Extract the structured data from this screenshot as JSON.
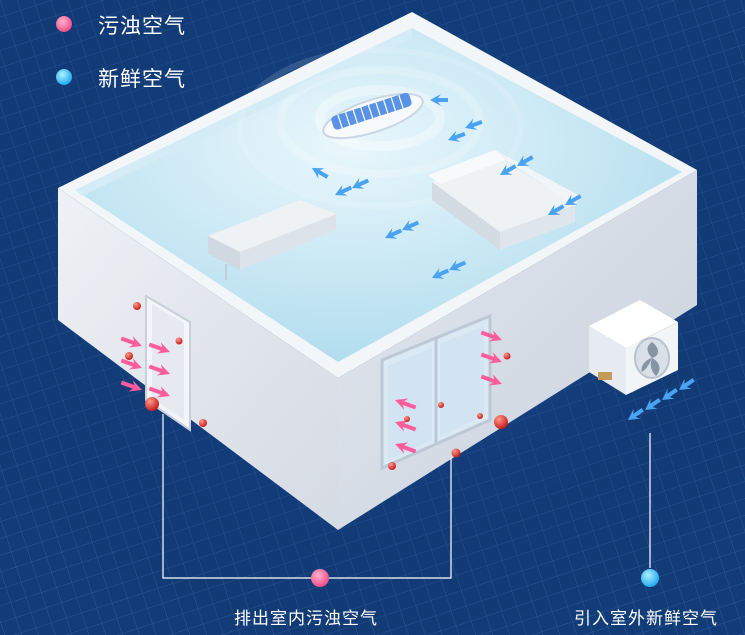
{
  "legend": {
    "dirty": {
      "label": "污浊空气",
      "color": "#ff6fa0"
    },
    "fresh": {
      "label": "新鲜空气",
      "color": "#35c6ff"
    }
  },
  "captions": {
    "exhaust": "排出室内污浊空气",
    "intake": "引入室外新鲜空气"
  },
  "colors": {
    "background": "#113a74",
    "wall": "#e4e8ee",
    "room_interior": "#c6e7f3",
    "dirty_arrow": "#ff5c9c",
    "fresh_arrow": "#4aa3f0",
    "particle": "#e33b3b",
    "callout_line": "#ffffff"
  },
  "icons": {
    "indoor_unit": "air-conditioner-icon",
    "outdoor_unit": "fresh-air-unit-icon"
  }
}
